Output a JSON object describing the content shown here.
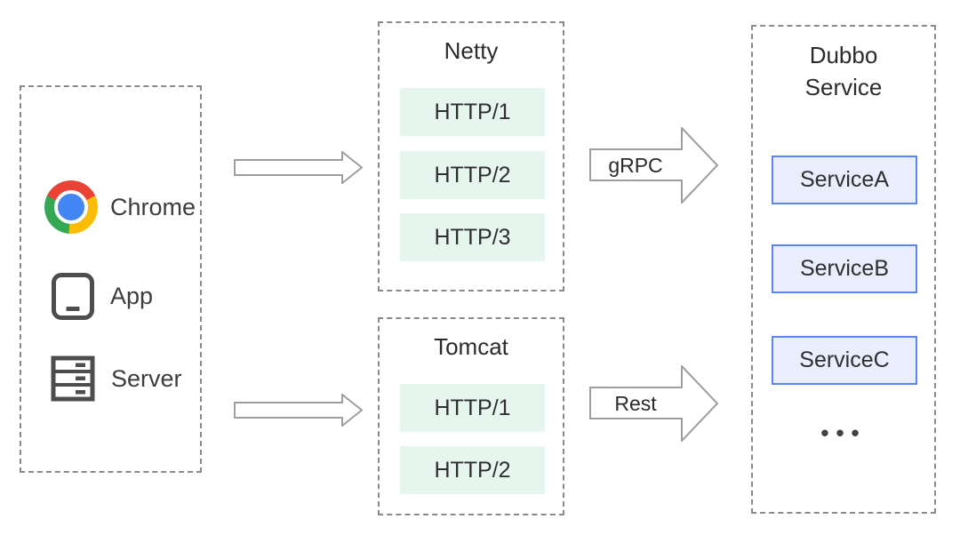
{
  "diagram": {
    "clients": {
      "items": [
        {
          "label": "Chrome",
          "icon": "chrome-logo"
        },
        {
          "label": "App",
          "icon": "mobile-app"
        },
        {
          "label": "Server",
          "icon": "server-rack"
        }
      ]
    },
    "netty": {
      "title": "Netty",
      "protocols": [
        "HTTP/1",
        "HTTP/2",
        "HTTP/3"
      ]
    },
    "tomcat": {
      "title": "Tomcat",
      "protocols": [
        "HTTP/1",
        "HTTP/2"
      ]
    },
    "dubbo": {
      "title_line1": "Dubbo",
      "title_line2": "Service",
      "services": [
        "ServiceA",
        "ServiceB",
        "ServiceC"
      ],
      "ellipsis": "•••"
    },
    "connections": {
      "netty_to_dubbo": "gRPC",
      "tomcat_to_dubbo": "Rest"
    }
  },
  "colors": {
    "protocol_fill": "#e7f5ef",
    "service_fill": "#e9edfc",
    "service_border": "#5b87e8",
    "dashed_border": "#8a8a8a",
    "arrow_stroke": "#9e9e9e",
    "text": "#333333",
    "icon_gray": "#4d4d4d",
    "chrome_red": "#ea4335",
    "chrome_yellow": "#fbbc04",
    "chrome_green": "#34a853",
    "chrome_blue": "#4285f4"
  }
}
